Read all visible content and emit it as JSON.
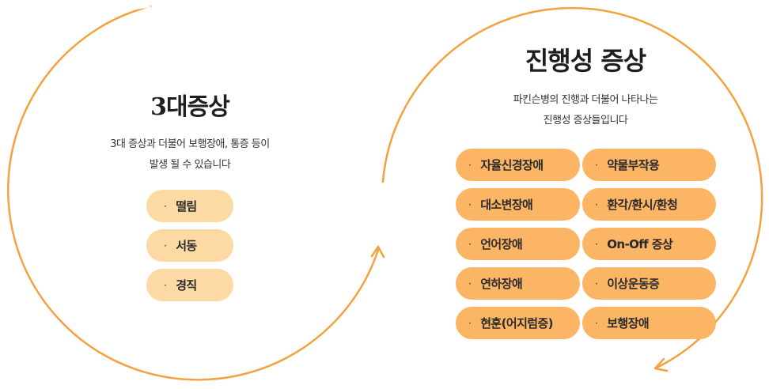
{
  "colors": {
    "arc": "#f3a23f",
    "pill_light": "#fdd9a3",
    "pill_dark": "#fbb565"
  },
  "left": {
    "title": "3대증상",
    "desc_line1": "3대 증상과 더불어 보행장애, 통증 등이",
    "desc_line2": "발생 될 수 있습니다",
    "items": [
      "떨림",
      "서동",
      "경직"
    ]
  },
  "right": {
    "title": "진행성 증상",
    "desc_line1": "파킨슨병의 진행과 더불어 나타나는",
    "desc_line2": "진행성 증상들입니다",
    "col1": [
      "자율신경장애",
      "대소변장애",
      "언어장애",
      "연하장애",
      "현훈(어지럼증)"
    ],
    "col2": [
      "약물부작용",
      "환각/환시/환청",
      "On-Off 증상",
      "이상운동증",
      "보행장애"
    ]
  },
  "bullet": "·"
}
